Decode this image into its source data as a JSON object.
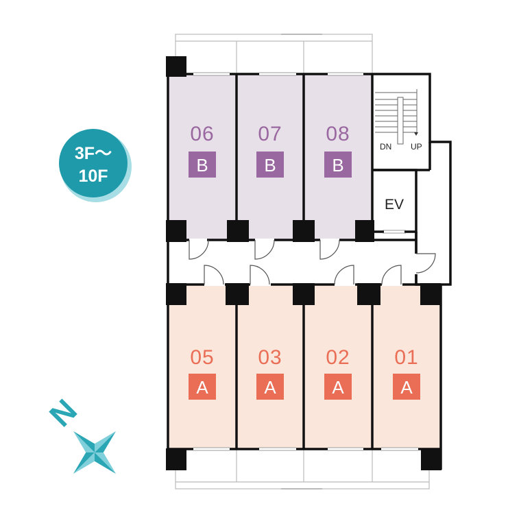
{
  "floor_badge": {
    "line1": "3F～",
    "line2": "10F"
  },
  "compass": {
    "label": "N"
  },
  "core": {
    "elevator": "EV",
    "stair_down": "DN",
    "stair_up": "UP"
  },
  "units_top": [
    {
      "number": "06",
      "type": "B"
    },
    {
      "number": "07",
      "type": "B"
    },
    {
      "number": "08",
      "type": "B"
    }
  ],
  "units_bottom": [
    {
      "number": "05",
      "type": "A"
    },
    {
      "number": "03",
      "type": "A"
    },
    {
      "number": "02",
      "type": "A"
    },
    {
      "number": "01",
      "type": "A"
    }
  ],
  "colors": {
    "type_b_fill": "#e8e0e8",
    "type_b_accent": "#9a68a0",
    "type_a_fill": "#fbe6dc",
    "type_a_accent": "#ea6e55",
    "wall": "#111111",
    "badge": "#1f9aaa",
    "compass": "#3ab5c2"
  }
}
